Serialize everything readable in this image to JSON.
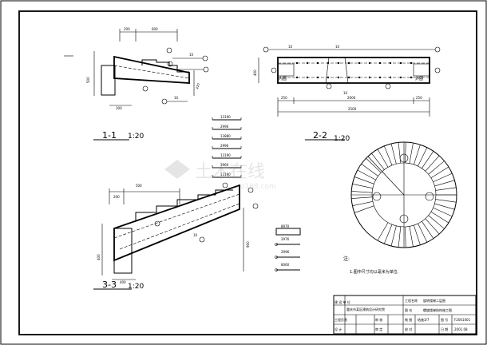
{
  "sections": {
    "s11": {
      "label": "1-1",
      "scale": "1:20"
    },
    "s22": {
      "label": "2-2",
      "scale": "1:20"
    },
    "s33": {
      "label": "3-3",
      "scale": "1:20"
    }
  },
  "dims_11": {
    "top_a": "200",
    "top_b": "600",
    "side": "500",
    "slope": "420",
    "bottom": "300",
    "n10a": "10",
    "n10b": "10"
  },
  "dims_22": {
    "d250l": "250",
    "d2000": "2000",
    "d250r": "250",
    "total": "2500",
    "h400": "400",
    "n10a": "10",
    "n10b": "10",
    "n10c": "10",
    "inner_l": "内圈",
    "inner_r": "外圈"
  },
  "dims_33": {
    "top_a": "200",
    "top_b": "500",
    "left": "400",
    "mid": "900",
    "bottom": "400",
    "n10": "10"
  },
  "rebar_list": [
    {
      "len": "13190"
    },
    {
      "len": "2996"
    },
    {
      "len": "13880"
    },
    {
      "len": "2996"
    },
    {
      "len": "13190"
    },
    {
      "len": "3960"
    },
    {
      "len": "13190"
    }
  ],
  "rebar_list2": [
    {
      "len": "8970"
    },
    {
      "len": "2976"
    },
    {
      "len": "2996"
    },
    {
      "len": "8060"
    }
  ],
  "note": {
    "head": "注:",
    "line1": "1.图中尺寸均以毫米为单位."
  },
  "title_block": {
    "r1c1": "建 设 单 位",
    "org": "重庆市某区建筑设计研究院",
    "project": "工程名称",
    "project_name": "旋转楼梯二层图",
    "drawing": "图 名",
    "drawing_name": "螺旋楼梯结构施工图",
    "approve": "审 定",
    "design": "设 计",
    "check": "审 核",
    "draw": "制 图",
    "review": "校 对",
    "chief": "工程负责",
    "no_label": "图 号",
    "no_value": "结施3/7",
    "ver_label": "版 号",
    "ver_value": "F2001001",
    "date_label": "日 期",
    "date_value": "2001.08"
  },
  "watermark": {
    "cn": "土木在线",
    "url": "co188.com"
  }
}
